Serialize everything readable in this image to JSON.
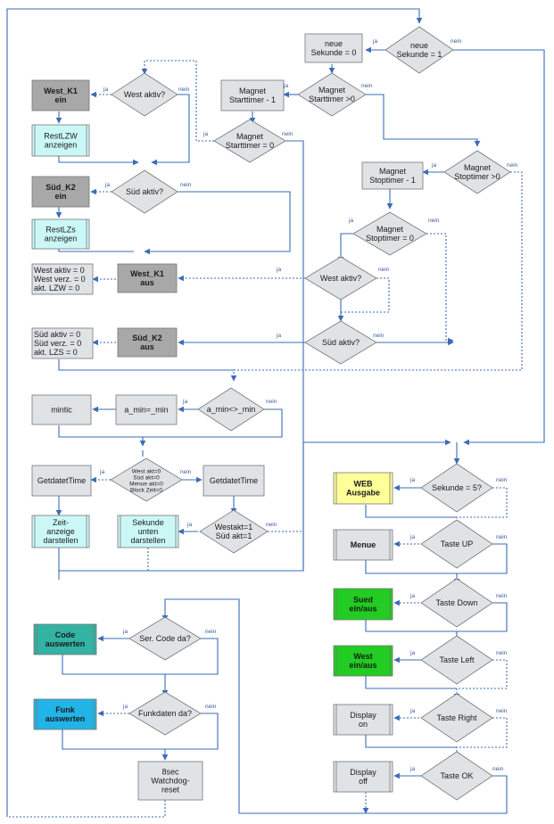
{
  "colors": {
    "grey_box": "#dfe3e6",
    "dark_box": "#a8a8a8",
    "cyan_box": "#ccf7f7",
    "yellow_box": "#ffff99",
    "green_box": "#22cc22",
    "teal_box": "#33b3a3",
    "blue_box": "#22b4e6",
    "connector": "#3a6cb8"
  },
  "decisions": {
    "neue_sekunde_1": [
      "neue",
      "Sekunde = 1"
    ],
    "magnet_starttimer_gt0": [
      "Magnet",
      "Starttimer >0"
    ],
    "west_aktiv_1": [
      "West aktiv?"
    ],
    "magnet_starttimer_0": [
      "Magnet",
      "Starttimer = 0"
    ],
    "magnet_stoptimer_gt0": [
      "Magnet",
      "Stoptimer >0"
    ],
    "sued_aktiv_1": [
      "Süd aktiv?"
    ],
    "magnet_stoptimer_0": [
      "Magnet",
      "Stoptimer = 0"
    ],
    "west_aktiv_2": [
      "West aktiv?"
    ],
    "sued_aktiv_2": [
      "Süd aktiv?"
    ],
    "a_min_neq": [
      "a_min<>_min"
    ],
    "multi_cond": [
      "West akt=0",
      "Süd akt=0",
      "Menue akt=0",
      "Block Zeit=0"
    ],
    "westakt_suedakt": [
      "Westakt=1",
      "Süd akt=1"
    ],
    "sekunde_5": [
      "Sekunde = 5?"
    ],
    "taste_up": [
      "Taste UP"
    ],
    "taste_down": [
      "Taste Down"
    ],
    "taste_left": [
      "Taste Left"
    ],
    "taste_right": [
      "Taste Right"
    ],
    "taste_ok": [
      "Taste OK"
    ],
    "ser_code": [
      "Ser. Code da?"
    ],
    "funkdaten": [
      "Funkdaten da?"
    ]
  },
  "processes": {
    "neue_sekunde_0": [
      "neue",
      "Sekunde = 0"
    ],
    "magnet_starttimer_minus1": [
      "Magnet",
      "Starttimer - 1"
    ],
    "west_k1_ein": [
      "West_K1",
      "ein"
    ],
    "restlzw": [
      "RestLZW",
      "anzeigen"
    ],
    "sued_k2_ein": [
      "Süd_K2",
      "ein"
    ],
    "restlzs": [
      "RestLZs",
      "anzeigen"
    ],
    "magnet_stoptimer_minus1": [
      "Magnet",
      "Stoptimer - 1"
    ],
    "west_reset": [
      "West aktiv = 0",
      "West verz. = 0",
      "akt. LZW = 0"
    ],
    "west_k1_aus": [
      "West_K1",
      "aus"
    ],
    "sued_reset": [
      "Süd aktiv = 0",
      "Süd verz. = 0",
      "akt. LZS = 0"
    ],
    "sued_k2_aus": [
      "Süd_K2",
      "aus"
    ],
    "mintic": [
      "mintic"
    ],
    "a_min_assign": [
      "a_min=_min"
    ],
    "getdatetime_left": [
      "GetdatetTime"
    ],
    "getdatetime_right": [
      "GetdatetTime"
    ],
    "zeitanzeige": [
      "Zeit-",
      "anzeige",
      "darstellen"
    ],
    "sekunde_unten": [
      "Sekunde",
      "unten",
      "darstellen"
    ],
    "web_ausgabe": [
      "WEB",
      "Ausgabe"
    ],
    "menue": [
      "Menue"
    ],
    "sued_einaus": [
      "Sued",
      "ein/aus"
    ],
    "west_einaus": [
      "West",
      "ein/aus"
    ],
    "display_on": [
      "Display",
      "on"
    ],
    "display_off": [
      "Display",
      "off"
    ],
    "code_auswerten": [
      "Code",
      "auswerten"
    ],
    "funk_auswerten": [
      "Funk",
      "auswerten"
    ],
    "watchdog": [
      "8sec",
      "Watchdog-",
      "reset"
    ]
  },
  "branch_labels": {
    "ja": "ja",
    "nein": "nein"
  }
}
